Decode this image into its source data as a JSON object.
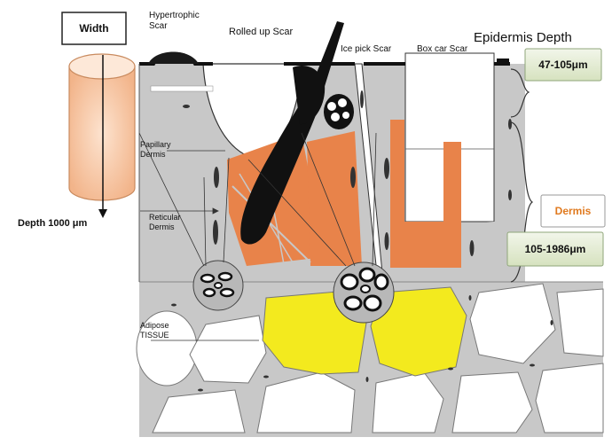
{
  "labels": {
    "width": "Width",
    "depth": "Depth  1000 μm",
    "hypertrophic_scar": "Hypertrophic\nScar",
    "rolled_up_scar": "Rolled up Scar",
    "ice_pick_scar": "Ice pick  Scar",
    "box_car_scar": "Box car Scar",
    "epidermis_depth": "Epidermis Depth",
    "epidermis_value": "47-105μm",
    "dermis": "Dermis",
    "dermis_value": "105-1986μm",
    "papillary_dermis": "Papillary\nDermis",
    "reticular_dermis": "Reticular\nDermis",
    "adipose_tissue": "Adipose\nTISSUE"
  },
  "colors": {
    "dermis_tissue": "#e8834a",
    "adipose_fat": "#f3ea1e",
    "connective_gray": "#c8c8c8",
    "cylinder_fill": "#f6c7a6",
    "dermis_label": "#e07a1f",
    "value_box": "#e5edd5"
  }
}
